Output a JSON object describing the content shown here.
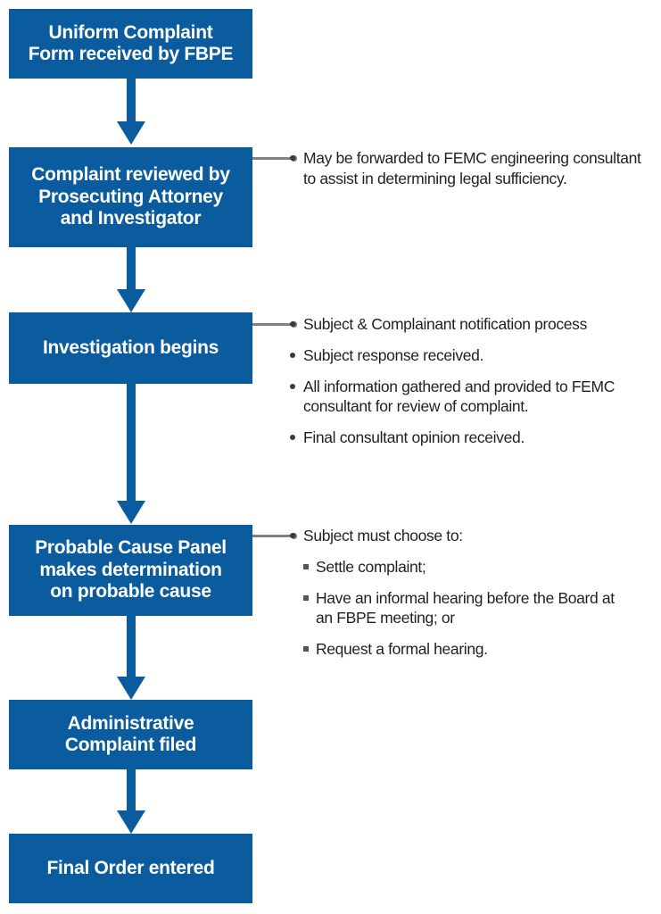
{
  "diagram": {
    "title": "FBPE Uniform Complaint process flowchart",
    "accent_color": "#0B5C9F",
    "text_color": "#231F20",
    "leader_color": "#808080",
    "steps": [
      {
        "id": "step-1",
        "label": "Uniform Complaint\nForm received by FBPE"
      },
      {
        "id": "step-2",
        "label": "Complaint reviewed by\nProsecuting Attorney\nand Investigator"
      },
      {
        "id": "step-3",
        "label": "Investigation begins"
      },
      {
        "id": "step-4",
        "label": "Probable Cause Panel\nmakes determination\non probable cause"
      },
      {
        "id": "step-5",
        "label": "Administrative\nComplaint filed"
      },
      {
        "id": "step-6",
        "label": "Final Order entered"
      }
    ],
    "note_groups": [
      {
        "id": "notes-step-2",
        "notes": [
          {
            "level": "bullet",
            "marker": "round-bullet",
            "text": "May be forwarded to FEMC engineering consultant\nto assist in determining legal sufficiency."
          }
        ]
      },
      {
        "id": "notes-step-3",
        "notes": [
          {
            "level": "bullet",
            "marker": "round-bullet",
            "text": "Subject & Complainant notification process"
          },
          {
            "level": "bullet",
            "marker": "round-bullet",
            "text": "Subject response received."
          },
          {
            "level": "bullet",
            "marker": "round-bullet",
            "text": "All information gathered and provided to FEMC\nconsultant for review of complaint."
          },
          {
            "level": "bullet",
            "marker": "round-bullet",
            "text": "Final consultant opinion received."
          }
        ]
      },
      {
        "id": "notes-step-4",
        "notes": [
          {
            "level": "bullet",
            "marker": "round-bullet",
            "text": "Subject must choose to:"
          },
          {
            "level": "sub",
            "marker": "square-bullet",
            "text": "Settle complaint;"
          },
          {
            "level": "sub",
            "marker": "square-bullet",
            "text": "Have an informal hearing before the Board at\n an FBPE meeting; or"
          },
          {
            "level": "sub",
            "marker": "square-bullet",
            "text": "Request a formal hearing."
          }
        ]
      }
    ]
  }
}
